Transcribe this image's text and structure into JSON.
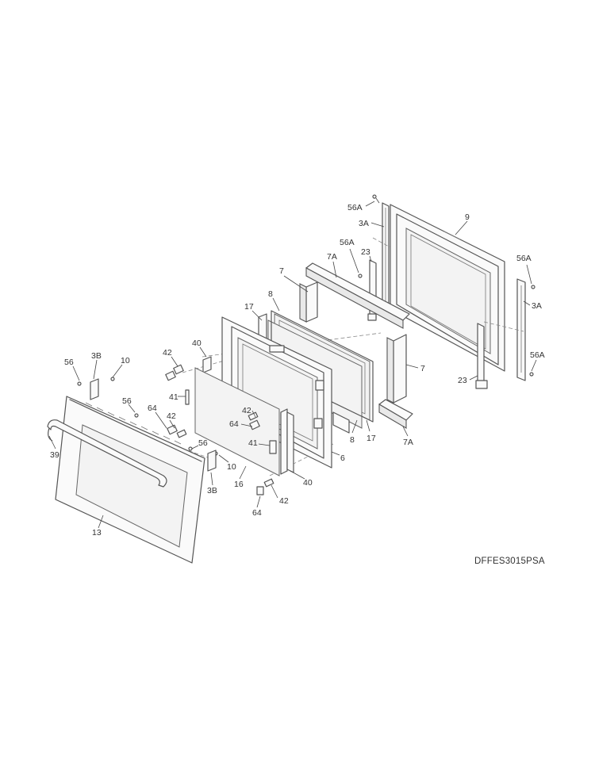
{
  "model_code": "DFFES3015PSA",
  "callouts": {
    "c56a_top": "56A",
    "c3a_top": "3A",
    "c9": "9",
    "c56a_mid": "56A",
    "c23_top": "23",
    "c7a_top": "7A",
    "c56a_right": "56A",
    "c3a_right": "3A",
    "c56a_low": "56A",
    "c23_low": "23",
    "c7_top": "7",
    "c7_right": "7",
    "c17_top": "17",
    "c8_top": "8",
    "c8_low": "8",
    "c17_low": "17",
    "c7a_low": "7A",
    "c40_top": "40",
    "c42_top": "42",
    "c41_top": "41",
    "c64_left": "64",
    "c42_left": "42",
    "c42_mid": "42",
    "c64_mid": "64",
    "c41_mid": "41",
    "c56_left": "56",
    "c3b_left": "3B",
    "c10_left": "10",
    "c56_mid": "56",
    "c39": "39",
    "c13": "13",
    "c56_low": "56",
    "c10_low": "10",
    "c3b_low": "3B",
    "c16": "16",
    "c6": "6",
    "c40_low": "40",
    "c42_low": "42",
    "c64_low": "64"
  }
}
